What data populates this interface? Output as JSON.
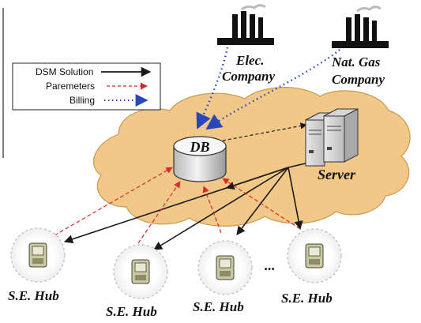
{
  "legend": {
    "items": [
      {
        "label": "DSM Solution",
        "style": "solid",
        "color": "#1a1a1a"
      },
      {
        "label": "Paremeters",
        "style": "dashed",
        "color": "#d42a2a"
      },
      {
        "label": "Billing",
        "style": "dotted",
        "color": "#2a46b8"
      }
    ]
  },
  "nodes": {
    "db": {
      "label": "DB"
    },
    "server": {
      "label": "Server"
    },
    "elec_company": {
      "line1": "Elec.",
      "line2": "Company"
    },
    "gas_company": {
      "line1": "Nat. Gas",
      "line2": "Company"
    },
    "hubs": [
      {
        "label": "S.E. Hub"
      },
      {
        "label": "S.E. Hub"
      },
      {
        "label": "S.E. Hub"
      },
      {
        "label": "S.E. Hub"
      }
    ],
    "ellipsis": "..."
  },
  "colors": {
    "cloud": "#f2c888",
    "cloud_stroke": "#c79a52",
    "dsm": "#1a1a1a",
    "parameters": "#d42a2a",
    "billing": "#2a46b8"
  }
}
